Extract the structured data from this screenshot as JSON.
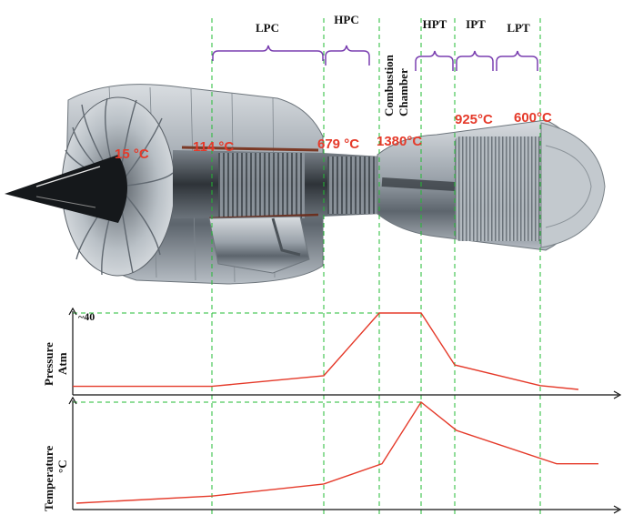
{
  "sections": {
    "lpc": "LPC",
    "hpc": "HPC",
    "combustion": [
      "Combustion",
      "Chamber"
    ],
    "hpt": "HPT",
    "ipt": "IPT",
    "lpt": "LPT"
  },
  "temperatures": {
    "inlet": "15 °C",
    "lpc_exit": "114 °C",
    "hpc_exit": "679 °C",
    "combustor": "1380°C",
    "ipt": "925°C",
    "lpt": "600°C"
  },
  "pressure_axis": {
    "title": [
      "Pressure",
      "Atm"
    ],
    "tick": "~40"
  },
  "temperature_axis": {
    "title": [
      "Temperature",
      "°C"
    ]
  },
  "colors": {
    "curve": "#e53a2a",
    "divider": "#22bb33",
    "brace": "#7a3fb0",
    "axis": "#111111",
    "temp_text": "#e53a2a"
  },
  "chart_data": [
    {
      "type": "line",
      "name_ref": "pressure_axis",
      "stations": [
        "inlet",
        "lpc_start",
        "lpc_exit",
        "combustor_start",
        "combustor_end",
        "hpt_exit",
        "ipt_exit",
        "exhaust"
      ],
      "values_relative": [
        0.04,
        0.04,
        0.18,
        1.0,
        1.0,
        0.32,
        0.05,
        0.0
      ],
      "peak_label": "~40"
    },
    {
      "type": "line",
      "name_ref": "temperature_axis",
      "stations": [
        "inlet",
        "lpc_exit",
        "hpc_exit",
        "combustor_mid",
        "hpt_peak",
        "ipt",
        "lpt",
        "exhaust"
      ],
      "values_relative": [
        0.0,
        0.07,
        0.19,
        0.39,
        1.0,
        0.72,
        0.39,
        0.39
      ]
    }
  ]
}
